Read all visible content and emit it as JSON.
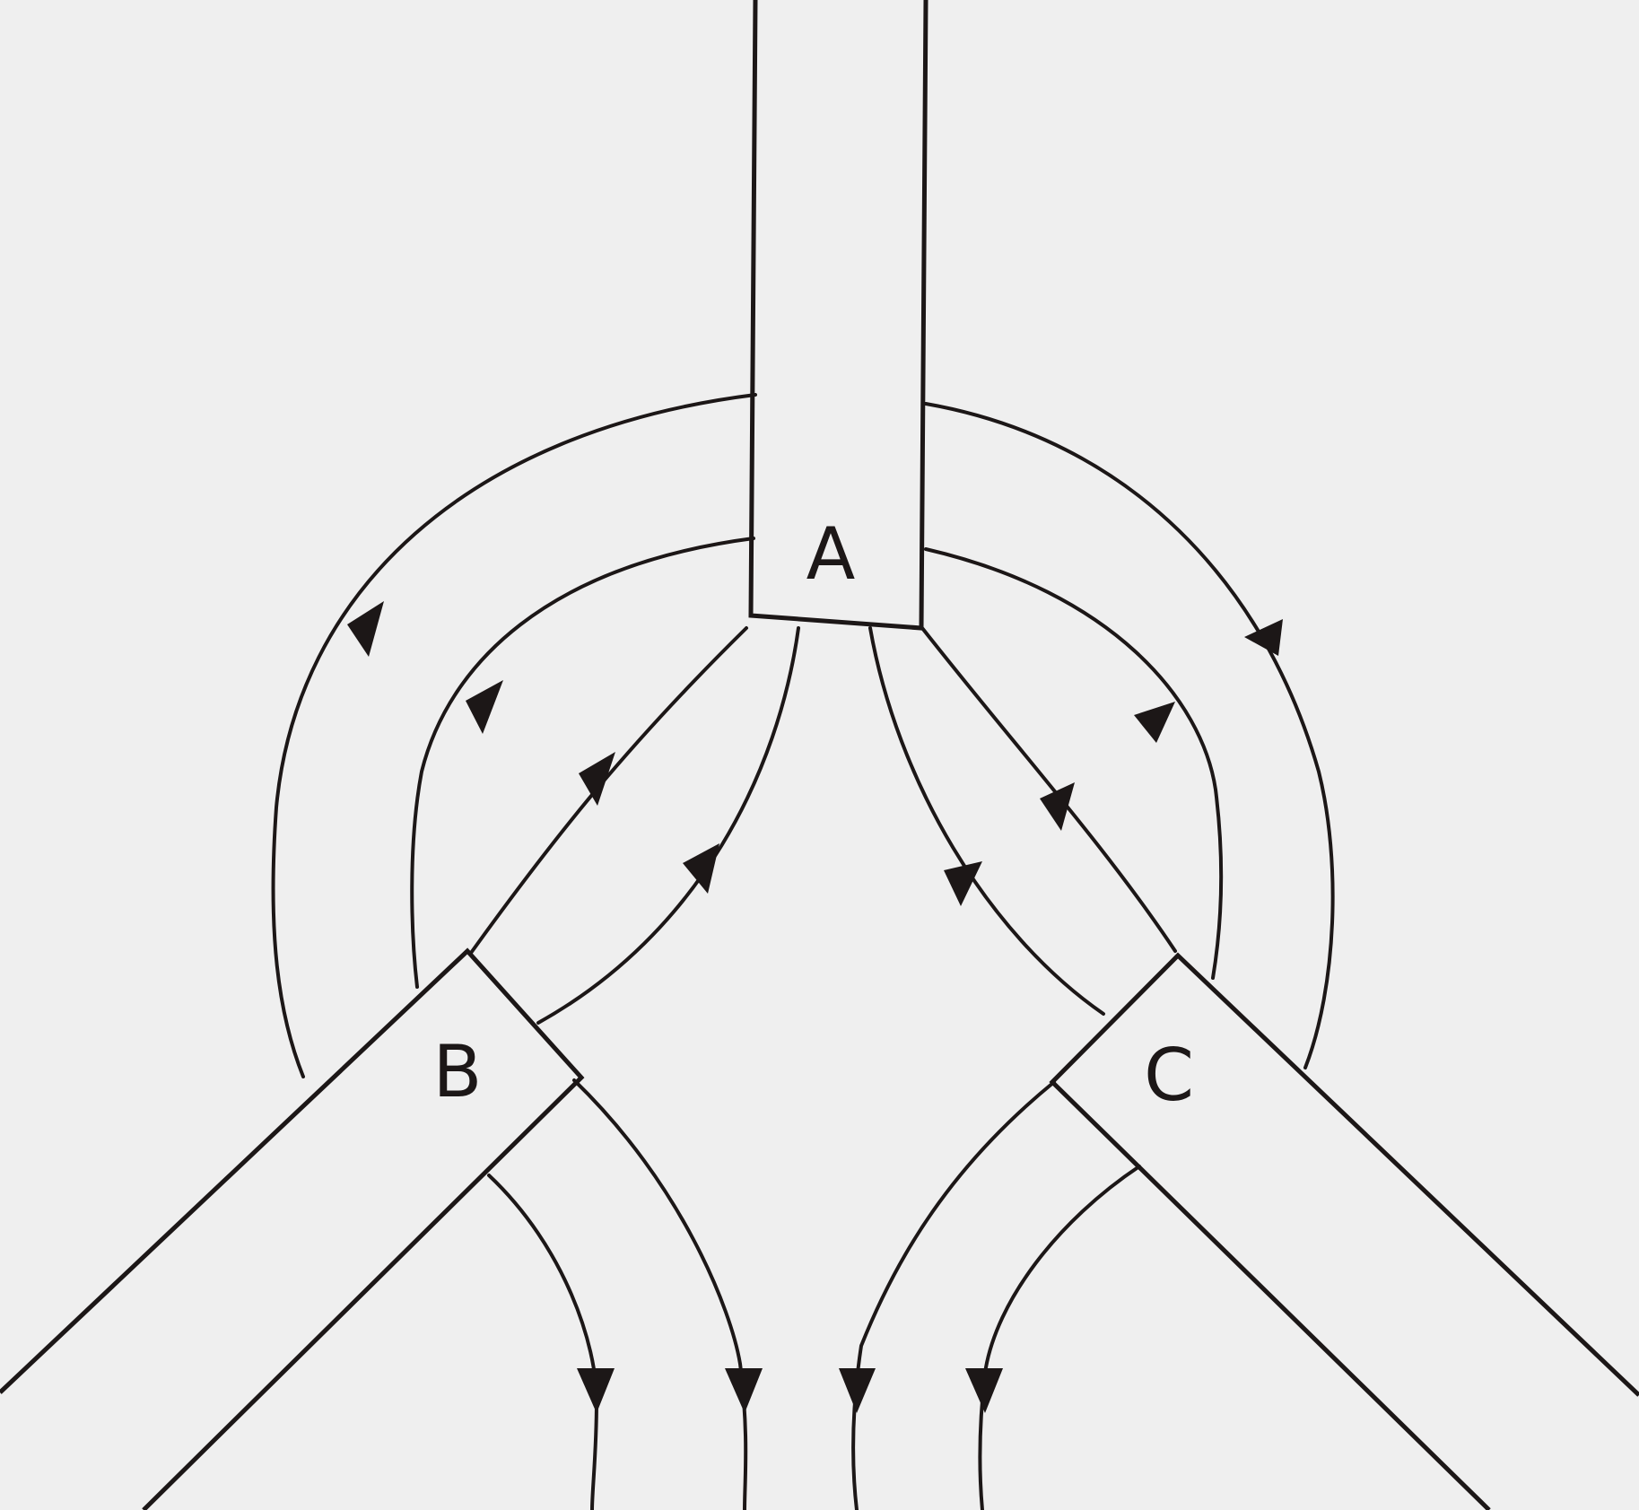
{
  "diagram": {
    "colors": {
      "background": "#efefef",
      "ink": "#1c1717"
    },
    "nodes": [
      {
        "id": "A",
        "label": "A"
      },
      {
        "id": "B",
        "label": "B"
      },
      {
        "id": "C",
        "label": "C"
      }
    ]
  }
}
